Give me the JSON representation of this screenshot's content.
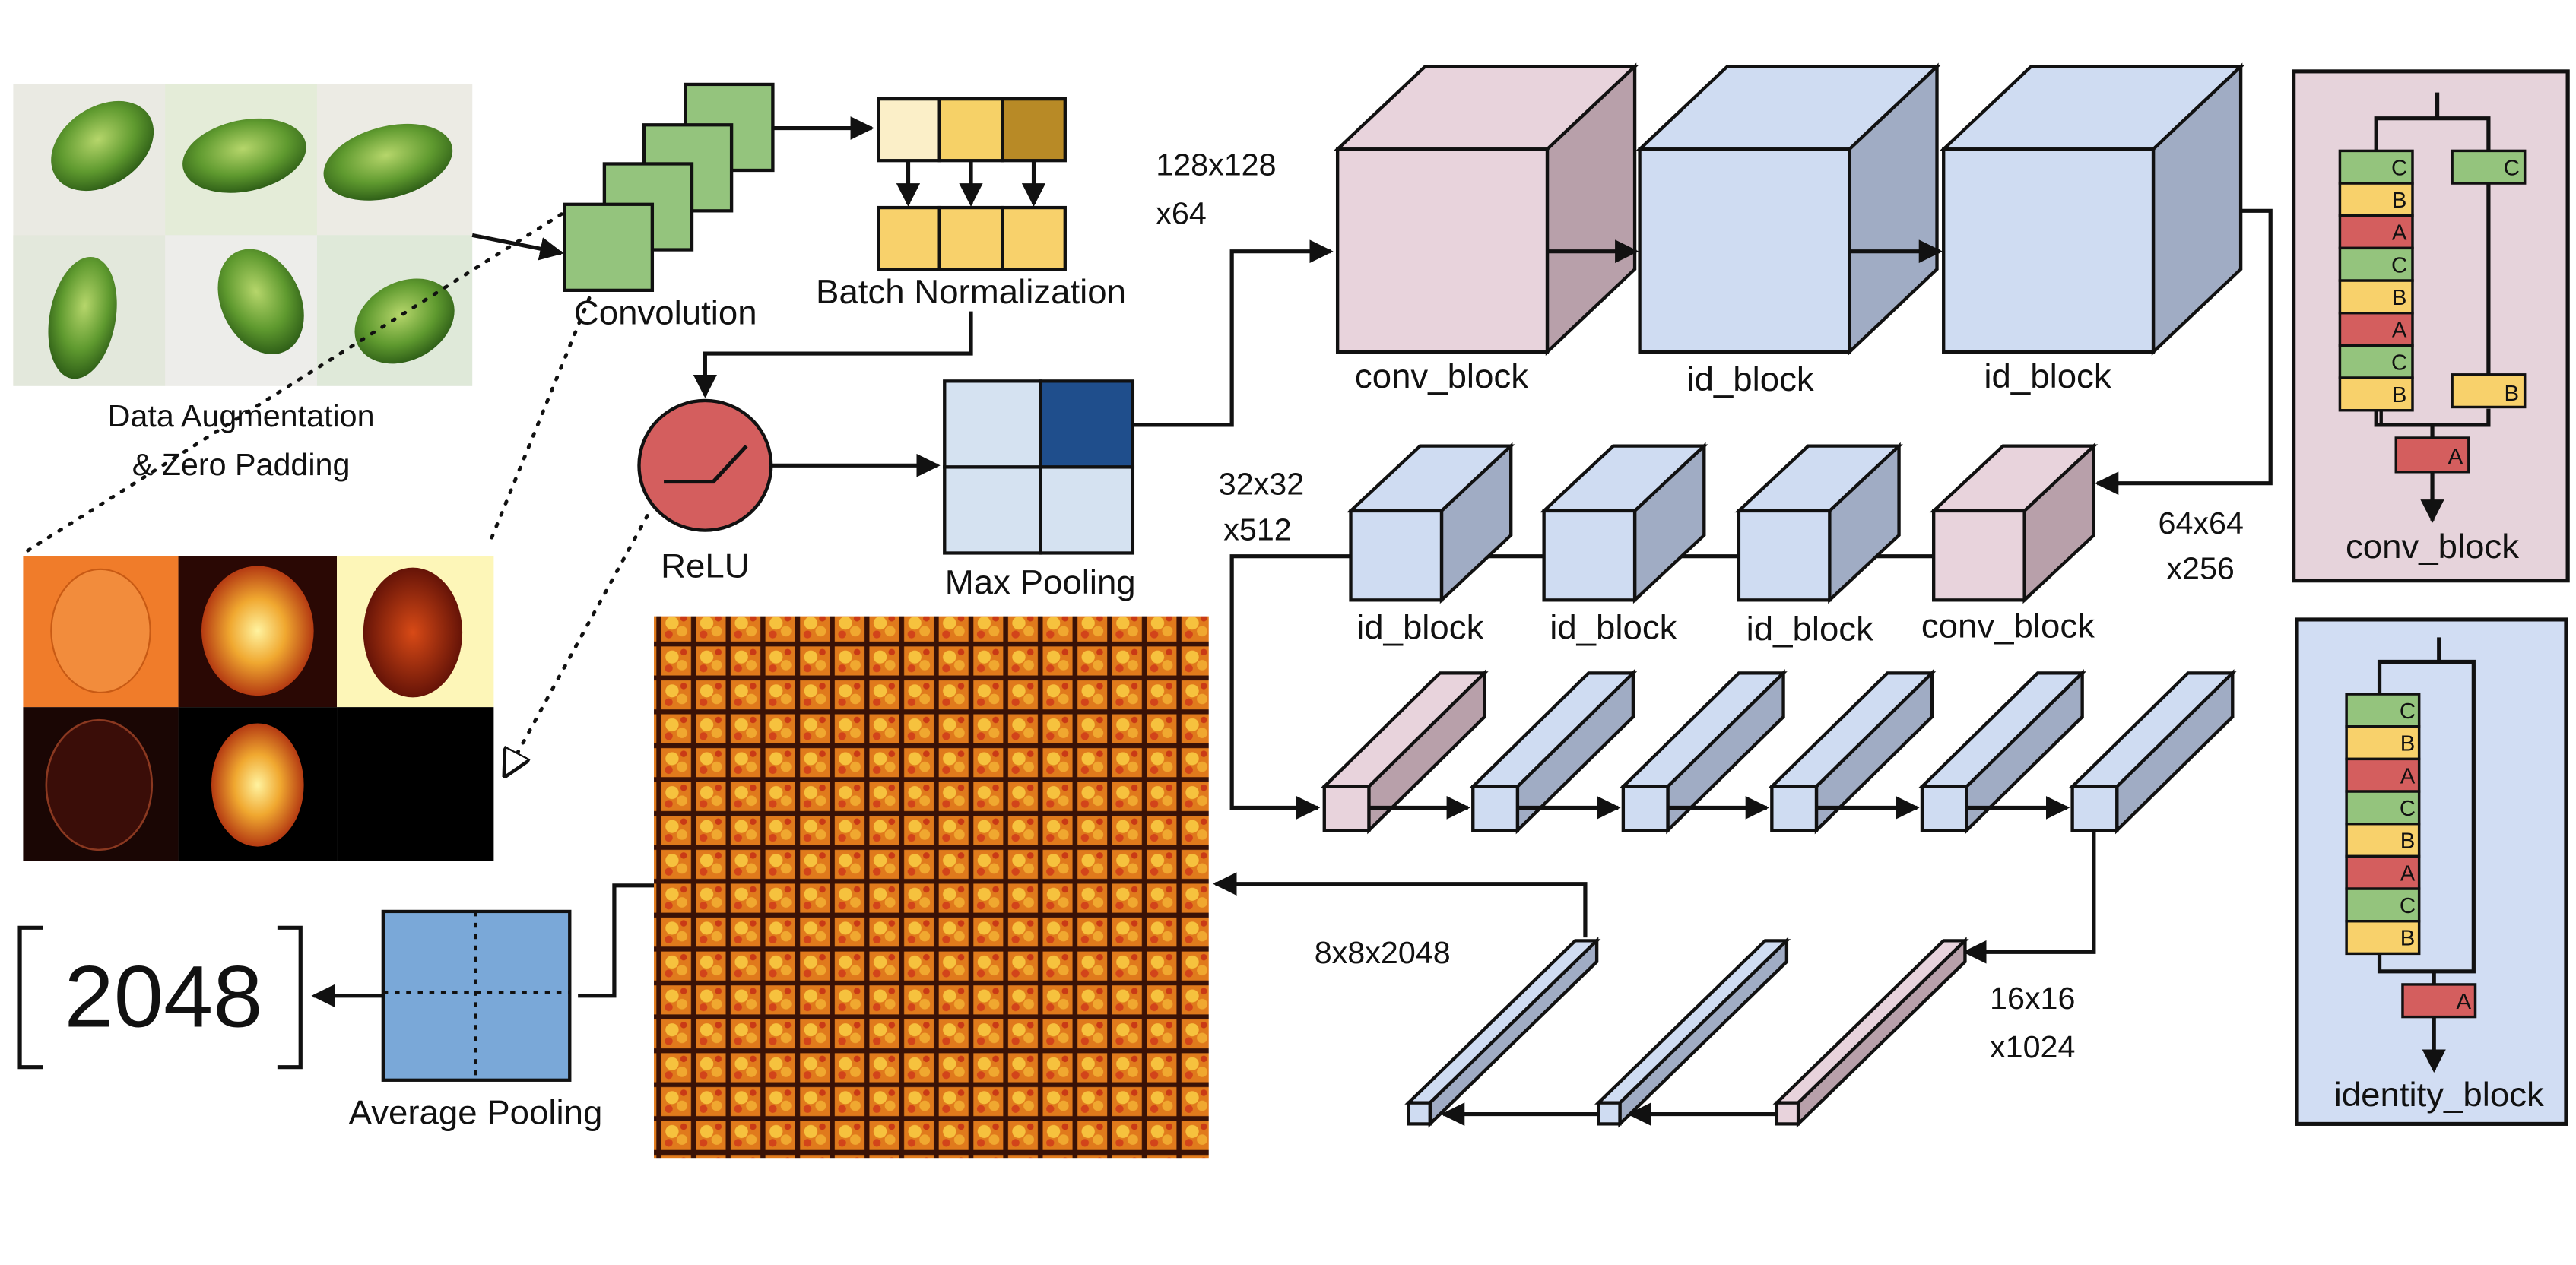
{
  "stages": {
    "augmentation_line1": "Data Augmentation",
    "augmentation_line2": "& Zero Padding",
    "convolution": "Convolution",
    "batch_norm": "Batch Normalization",
    "relu": "ReLU",
    "max_pooling": "Max Pooling",
    "average_pooling": "Average Pooling",
    "output_dim": "2048"
  },
  "stage1": {
    "dims_line1": "128x128",
    "dims_line2": "x64",
    "blocks": [
      "conv_block",
      "id_block",
      "id_block"
    ]
  },
  "stage2": {
    "dims_line1": "64x64",
    "dims_line2": "x256",
    "blocks": [
      "conv_block",
      "id_block",
      "id_block",
      "id_block"
    ]
  },
  "stage2_out": {
    "dims_line1": "32x32",
    "dims_line2": "x512"
  },
  "stage3": {
    "dims_line1": "16x16",
    "dims_line2": "x1024"
  },
  "stage4": {
    "dims": "8x8x2048"
  },
  "legend": {
    "conv_block": {
      "title": "conv_block",
      "main_path": [
        "C",
        "B",
        "A",
        "C",
        "B",
        "A",
        "C",
        "B"
      ],
      "shortcut": [
        "C",
        "B"
      ],
      "after_add": "A"
    },
    "identity_block": {
      "title": "identity_block",
      "main_path": [
        "C",
        "B",
        "A",
        "C",
        "B",
        "A",
        "C",
        "B"
      ],
      "after_add": "A"
    }
  },
  "colors": {
    "conv": "#94c47d",
    "bn": "#f8d16b",
    "act": "#d45e5e",
    "pink": "#e8d3dc",
    "blue": "#cfdcf2",
    "pool_dark": "#1f4e8c",
    "pool_light": "#d5e2f1",
    "avg_pool": "#7aa8d8",
    "conv_legend_bg": "#e6d3db",
    "id_legend_bg": "#d1ddf3"
  }
}
